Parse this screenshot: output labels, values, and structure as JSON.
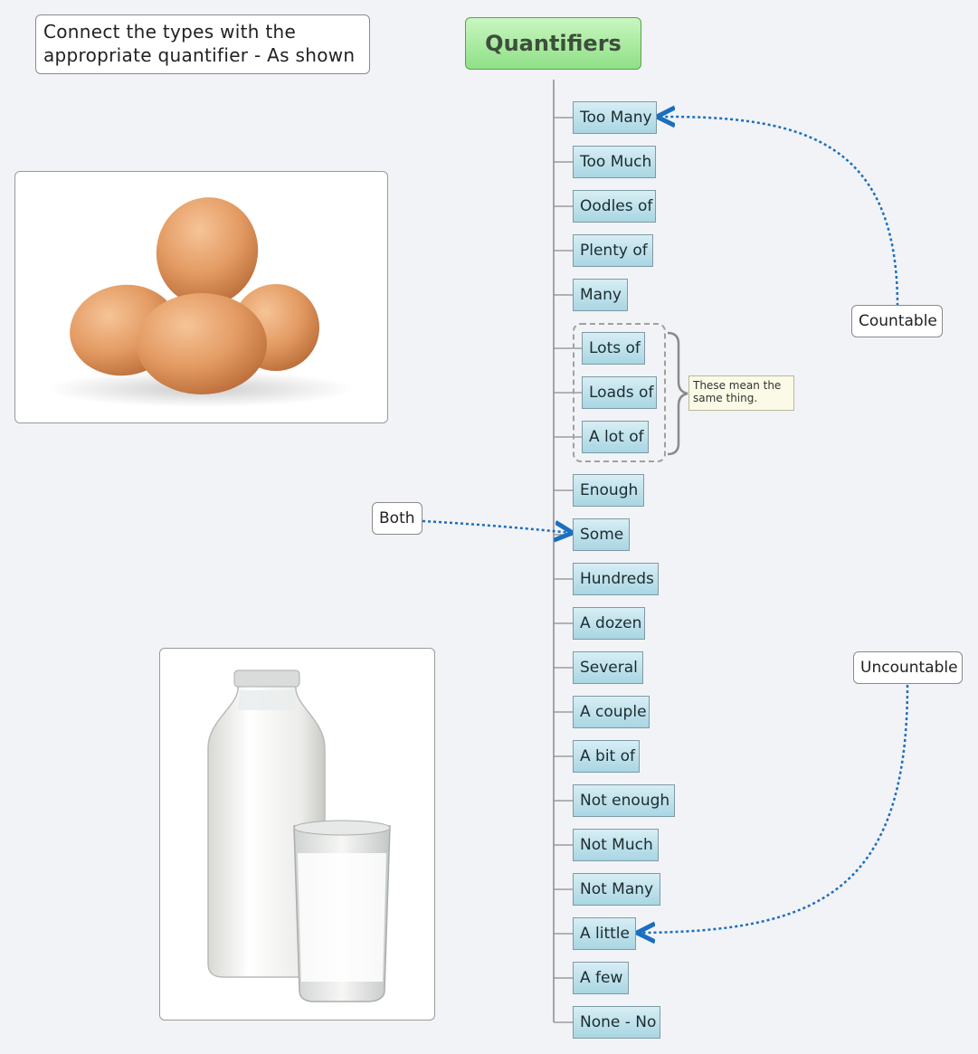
{
  "instruction": "Connect the types with the appropriate quantifier - As shown",
  "root_topic": "Quantifiers",
  "quantifiers": [
    "Too Many",
    "Too Much",
    "Oodles of",
    "Plenty of",
    "Many",
    "Lots of",
    "Loads of",
    "A lot of",
    "Enough",
    "Some",
    "Hundreds",
    "A dozen",
    "Several",
    "A couple",
    "A bit of",
    "Not enough",
    "Not Much",
    "Not Many",
    "A little",
    "A few",
    "None - No"
  ],
  "labels": {
    "countable": "Countable",
    "both": "Both",
    "uncountable": "Uncountable"
  },
  "note": "These mean the same thing.",
  "colors": {
    "relationship_line": "#1a6fc0",
    "topic_fill": "#b7dde8",
    "root_fill": "#a8ec9e"
  },
  "images": {
    "eggs": "eggs-photo",
    "milk": "milk-bottle-and-glass-photo"
  }
}
